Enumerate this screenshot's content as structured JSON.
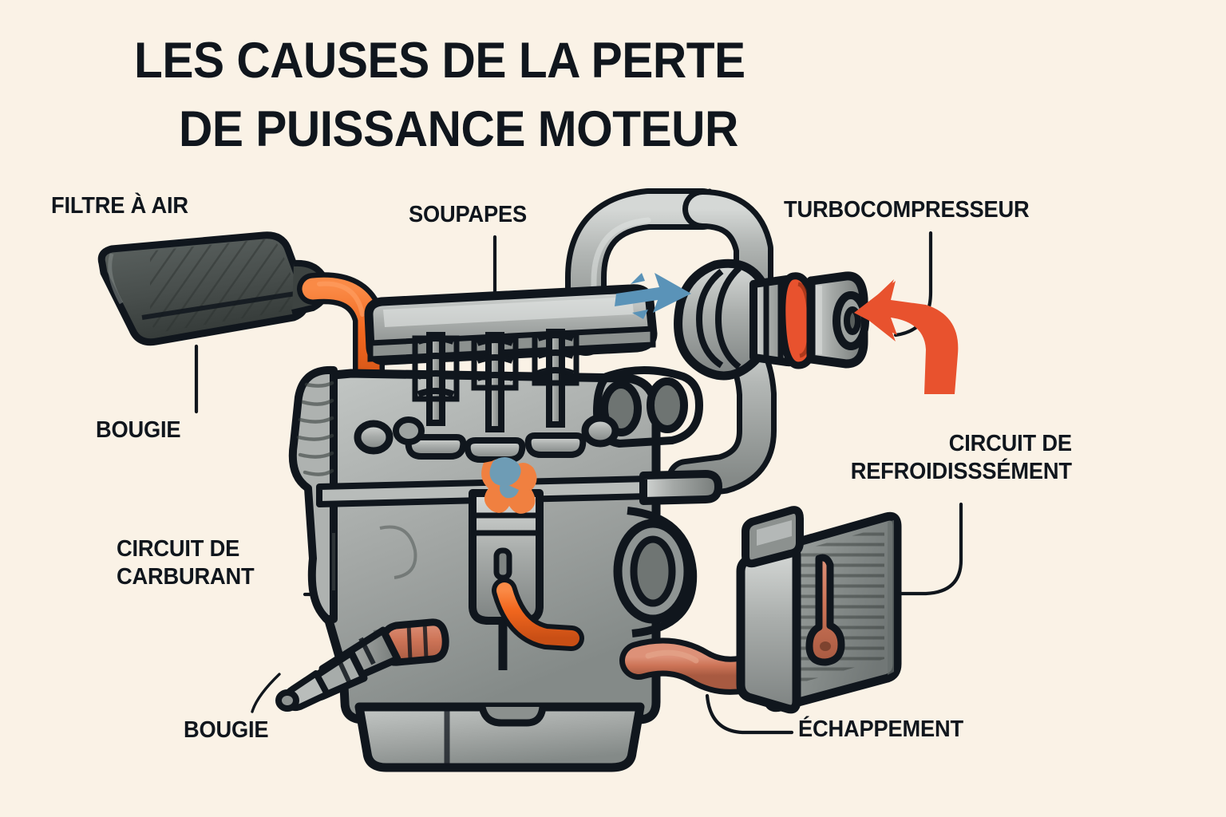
{
  "meta": {
    "background_color": "#faf2e6",
    "ink_color": "#10161d",
    "accent_orange": "#e8522e",
    "accent_hose_orange": "#f2671e",
    "accent_terracotta": "#cd7457",
    "accent_blue": "#5a93b8",
    "metal_light": "#c9ccca",
    "metal_mid": "#9b9f9d",
    "metal_dark": "#6f7472",
    "filter_body": "#4b514f"
  },
  "title": {
    "line1": "LES CAUSES DE LA PERTE",
    "line2": "DE PUISSANCE MOTEUR"
  },
  "labels": {
    "filtre_a_air": "FILTRE À AIR",
    "bougie_top": "BOUGIE",
    "soupapes": "SOUPAPES",
    "turbocompresseur": "TURBOCOMPRESSEUR",
    "circuit_refroidissement_line1": "CIRCUIT DE",
    "circuit_refroidissement_line2": "REFROIDISSSÉMENT",
    "circuit_carburant_line1": "CIRCUIT DE",
    "circuit_carburant_line2": "CARBURANT",
    "bougie_bottom": "BOUGIE",
    "echappement": "ÉCHAPPEMENT"
  },
  "components": [
    {
      "id": "air-filter",
      "name": "FILTRE À AIR",
      "kind": "air-filter-box",
      "color": "#4b514f"
    },
    {
      "id": "spark-plug-top",
      "name": "BOUGIE",
      "kind": "spark-plug",
      "color": "#9b9f9d"
    },
    {
      "id": "valves",
      "name": "SOUPAPES",
      "kind": "valve-train",
      "color": "#b6bab8"
    },
    {
      "id": "turbo",
      "name": "TURBOCOMPRESSEUR",
      "kind": "turbocharger",
      "color": "#b6bab8"
    },
    {
      "id": "radiator",
      "name": "CIRCUIT DE REFROIDISSSÉMENT",
      "kind": "radiator",
      "color": "#8e9392"
    },
    {
      "id": "fuel-rail",
      "name": "CIRCUIT DE CARBURANT",
      "kind": "fuel-circuit",
      "color": "#cd7457"
    },
    {
      "id": "spark-plug-bot",
      "name": "BOUGIE",
      "kind": "spark-plug",
      "color": "#9b9f9d"
    },
    {
      "id": "exhaust",
      "name": "ÉCHAPPEMENT",
      "kind": "exhaust-hose",
      "color": "#cd7457"
    }
  ],
  "arrows": [
    {
      "id": "intake-flow",
      "direction": "right",
      "color": "#5a93b8",
      "meaning": "air intake flow"
    },
    {
      "id": "exhaust-flow",
      "direction": "left",
      "color": "#e8522e",
      "meaning": "exhaust gas flow into turbine"
    }
  ]
}
